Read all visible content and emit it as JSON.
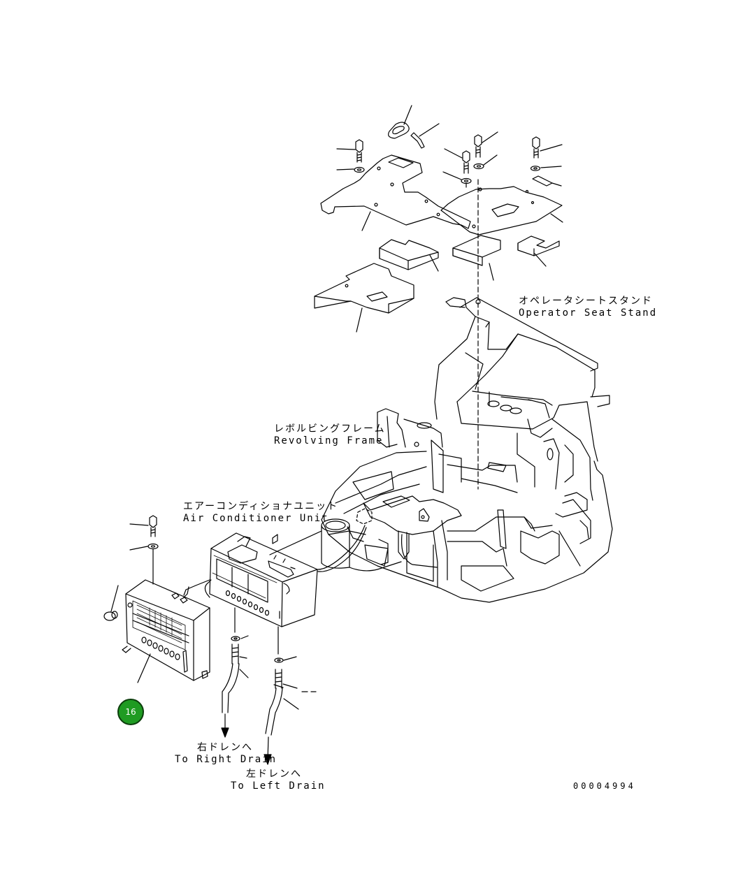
{
  "labels": {
    "operator_seat_stand": {
      "jp": "オペレータシートスタンド",
      "en": "Operator Seat Stand"
    },
    "revolving_frame": {
      "jp": "レボルビングフレーム",
      "en": "Revolving Frame"
    },
    "air_conditioner_unit": {
      "jp": "エアーコンディショナユニット",
      "en": "Air Conditioner Unit"
    },
    "right_drain": {
      "jp": "右ドレンへ",
      "en": "To Right Drain"
    },
    "left_drain": {
      "jp": "左ドレンへ",
      "en": "To Left Drain"
    }
  },
  "document_number": "00004994",
  "page_badge": {
    "text": "16",
    "color": "#1f9b22"
  }
}
